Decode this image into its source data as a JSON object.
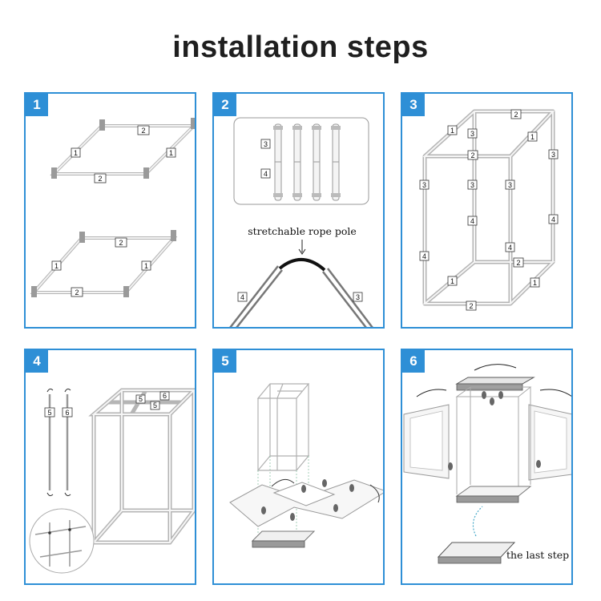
{
  "title": "installation steps",
  "steps": [
    {
      "number": "1"
    },
    {
      "number": "2",
      "caption": "stretchable rope pole"
    },
    {
      "number": "3"
    },
    {
      "number": "4"
    },
    {
      "number": "5"
    },
    {
      "number": "6",
      "caption": "the last step"
    }
  ],
  "part_labels": {
    "p1": "1",
    "p2": "2",
    "p3": "3",
    "p4": "4",
    "p5": "5",
    "p6": "6"
  },
  "colors": {
    "accent": "#2e8fd6",
    "frame": "#8a8a8a",
    "text": "#1f1f1f"
  }
}
